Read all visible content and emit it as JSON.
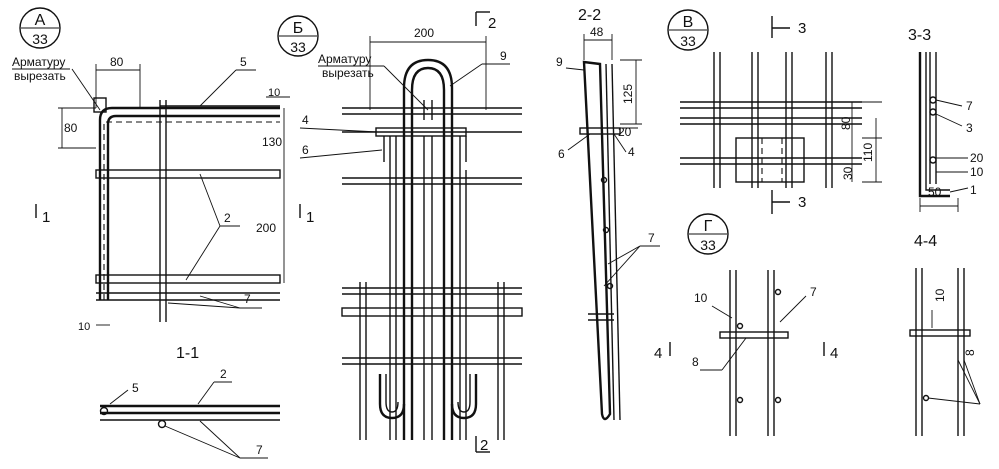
{
  "labels": {
    "A": "А",
    "B": "Б",
    "V": "В",
    "G": "Г",
    "sheet": "33",
    "cut_note_1": "Арматуру",
    "cut_note_2": "вырезать",
    "sec_11": "1-1",
    "sec_22": "2-2",
    "sec_33": "3-3",
    "sec_44": "4-4",
    "sec_mark_1": "1",
    "sec_mark_2": "2",
    "sec_mark_3": "3",
    "sec_mark_4": "4"
  },
  "dims": {
    "d80": "80",
    "d10": "10",
    "d130": "130",
    "d200": "200",
    "d48": "48",
    "d125": "125",
    "d20": "20",
    "d110": "110",
    "d30": "30",
    "d50": "50"
  },
  "callouts": {
    "c1": "1",
    "c2": "2",
    "c3": "3",
    "c4": "4",
    "c5": "5",
    "c6": "6",
    "c7": "7",
    "c8": "8",
    "c9": "9",
    "c10": "10"
  }
}
